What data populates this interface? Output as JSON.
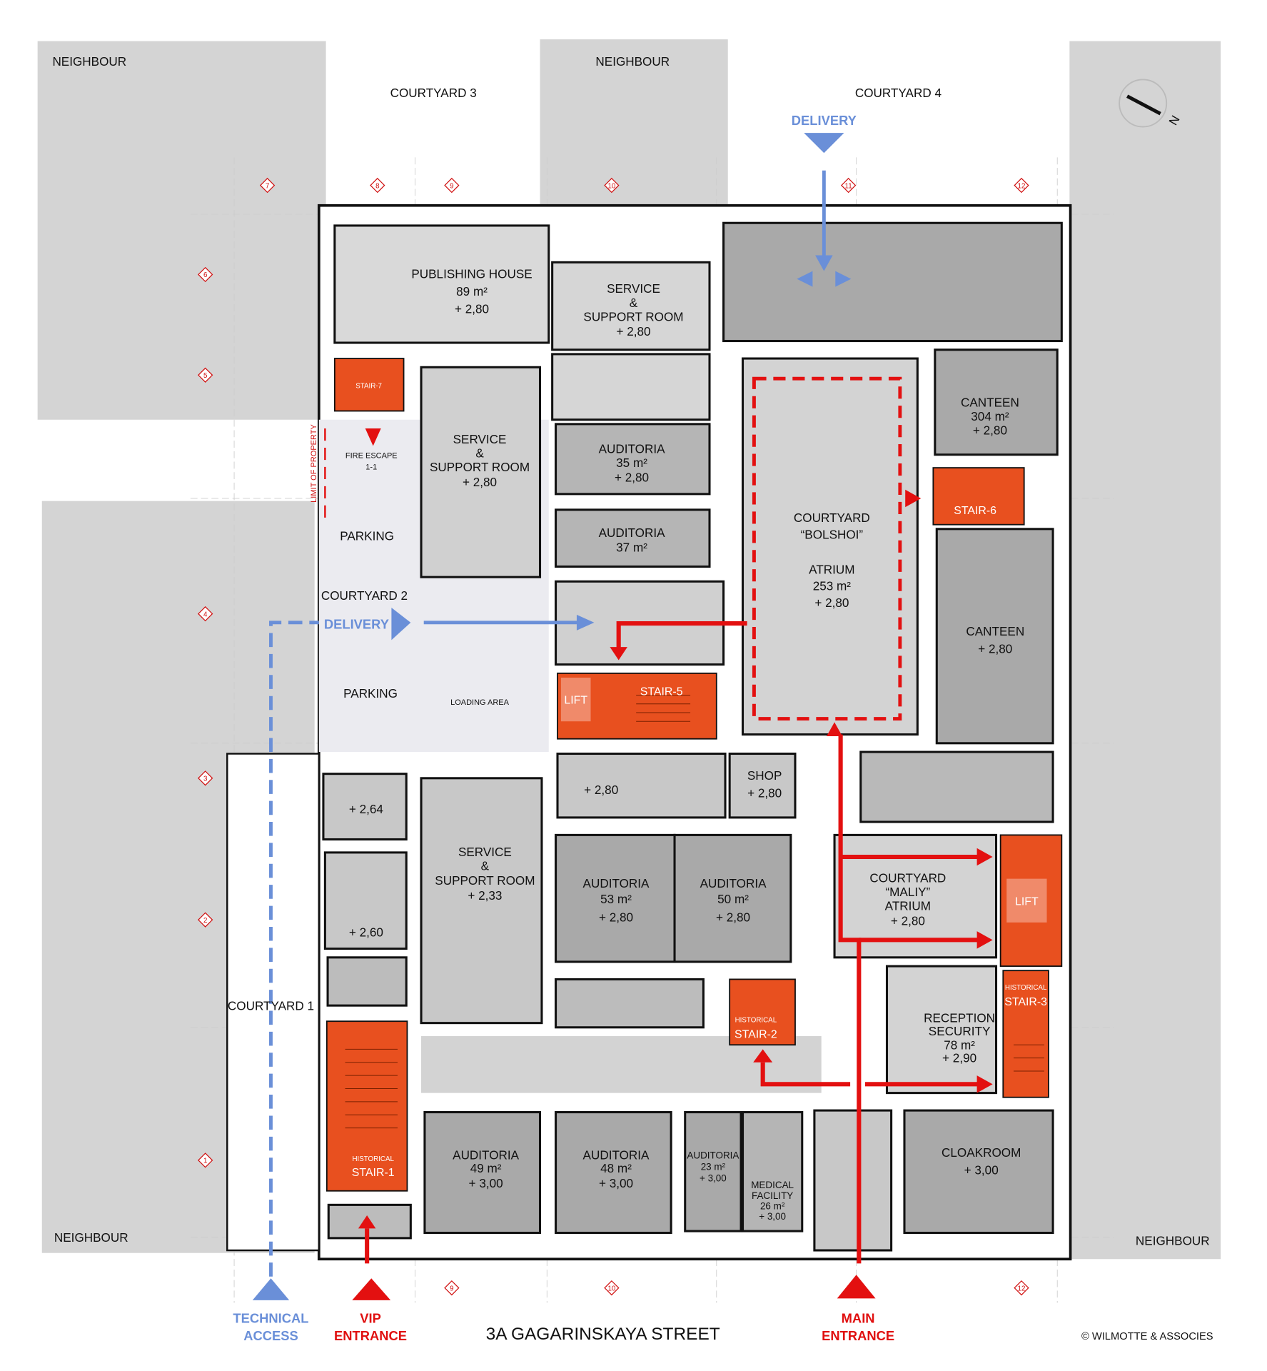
{
  "title": "3A GAGARINSKAYA STREET",
  "copyright": "© WILMOTTE & ASSOCIES",
  "surroundings": {
    "neighbour_top_left": "NEIGHBOUR",
    "neighbour_top_mid": "NEIGHBOUR",
    "neighbour_bottom_left": "NEIGHBOUR",
    "neighbour_bottom_right": "NEIGHBOUR",
    "courtyard_3": "COURTYARD 3",
    "courtyard_4": "COURTYARD 4",
    "courtyard_2": "COURTYARD 2",
    "courtyard_1": "COURTYARD 1",
    "limit_of_property": "LIMIT OF PROPERTY"
  },
  "compass": {
    "label": "N"
  },
  "rooms": {
    "publishing": {
      "name": "PUBLISHING HOUSE",
      "area": "89 m²",
      "height": "+ 2,80"
    },
    "service_top": {
      "name": "SERVICE",
      "amp": "&",
      "name2": "SUPPORT ROOM",
      "height": "+ 2,80"
    },
    "service_left": {
      "name": "SERVICE",
      "amp": "&",
      "name2": "SUPPORT ROOM",
      "height": "+ 2,80"
    },
    "service_low": {
      "name": "SERVICE",
      "amp": "&",
      "name2": "SUPPORT ROOM",
      "height": "+ 2,33"
    },
    "auditoria_35": {
      "name": "AUDITORIA",
      "area": "35 m²",
      "height": "+ 2,80"
    },
    "auditoria_37": {
      "name": "AUDITORIA",
      "area": "37 m²"
    },
    "atrium_bolshoi": {
      "name": "COURTYARD",
      "name2": "“BOLSHOI”",
      "name3": "ATRIUM",
      "area": "253 m²",
      "height": "+ 2,80"
    },
    "canteen_top": {
      "name": "CANTEEN",
      "area": "304 m²",
      "height": "+ 2,80"
    },
    "canteen_low": {
      "name": "CANTEEN",
      "height": "+ 2,80"
    },
    "fire_escape": {
      "name": "FIRE ESCAPE",
      "code": "1-1"
    },
    "parking_top": {
      "name": "PARKING"
    },
    "parking_low": {
      "name": "PARKING"
    },
    "loading": {
      "name": "LOADING AREA"
    },
    "room_280": {
      "height": "+ 2,80"
    },
    "shop": {
      "name": "SHOP",
      "height": "+ 2,80"
    },
    "room_264": {
      "height": "+ 2,64"
    },
    "room_260": {
      "height": "+ 2,60"
    },
    "auditoria_53": {
      "name": "AUDITORIA",
      "area": "53 m²",
      "height": "+ 2,80"
    },
    "auditoria_50": {
      "name": "AUDITORIA",
      "area": "50 m²",
      "height": "+ 2,80"
    },
    "atrium_maliy": {
      "name": "COURTYARD",
      "name2": "“MALIY”",
      "name3": "ATRIUM",
      "height": "+ 2,80"
    },
    "reception": {
      "name": "RECEPTION",
      "name2": "SECURITY",
      "area": "78 m²",
      "height": "+ 2,90"
    },
    "auditoria_49": {
      "name": "AUDITORIA",
      "area": "49 m²",
      "height": "+ 3,00"
    },
    "auditoria_48": {
      "name": "AUDITORIA",
      "area": "48 m²",
      "height": "+ 3,00"
    },
    "auditoria_23": {
      "name": "AUDITORIA",
      "area": "23 m²",
      "height": "+ 3,00"
    },
    "medical": {
      "name": "MEDICAL",
      "name2": "FACILITY",
      "area": "26 m²",
      "height": "+ 3,00"
    },
    "cloakroom": {
      "name": "CLOAKROOM",
      "height": "+ 3,00"
    }
  },
  "stairs": {
    "stair_7": "STAIR-7",
    "stair_6": "STAIR-6",
    "stair_5": "STAIR-5",
    "lift_5": "LIFT",
    "lift_3": "LIFT",
    "historical": "HISTORICAL",
    "stair_1": "STAIR-1",
    "stair_2": "STAIR-2",
    "stair_3": "STAIR-3"
  },
  "access": {
    "delivery_top": "DELIVERY",
    "delivery_courtyard": "DELIVERY",
    "technical_1": "TECHNICAL",
    "technical_2": "ACCESS",
    "vip_1": "VIP",
    "vip_2": "ENTRANCE",
    "main_1": "MAIN",
    "main_2": "ENTRANCE"
  },
  "grid_markers": {
    "top": [
      "7",
      "8",
      "9",
      "10",
      "11",
      "12"
    ],
    "left": [
      "6",
      "5",
      "4",
      "3",
      "2",
      "1"
    ],
    "bottom": [
      "9",
      "10",
      "12"
    ]
  },
  "colors": {
    "stair": "#e8501f",
    "route_red": "#e31010",
    "route_blue": "#6a8fd8",
    "neighbour": "#d4d4d4"
  }
}
